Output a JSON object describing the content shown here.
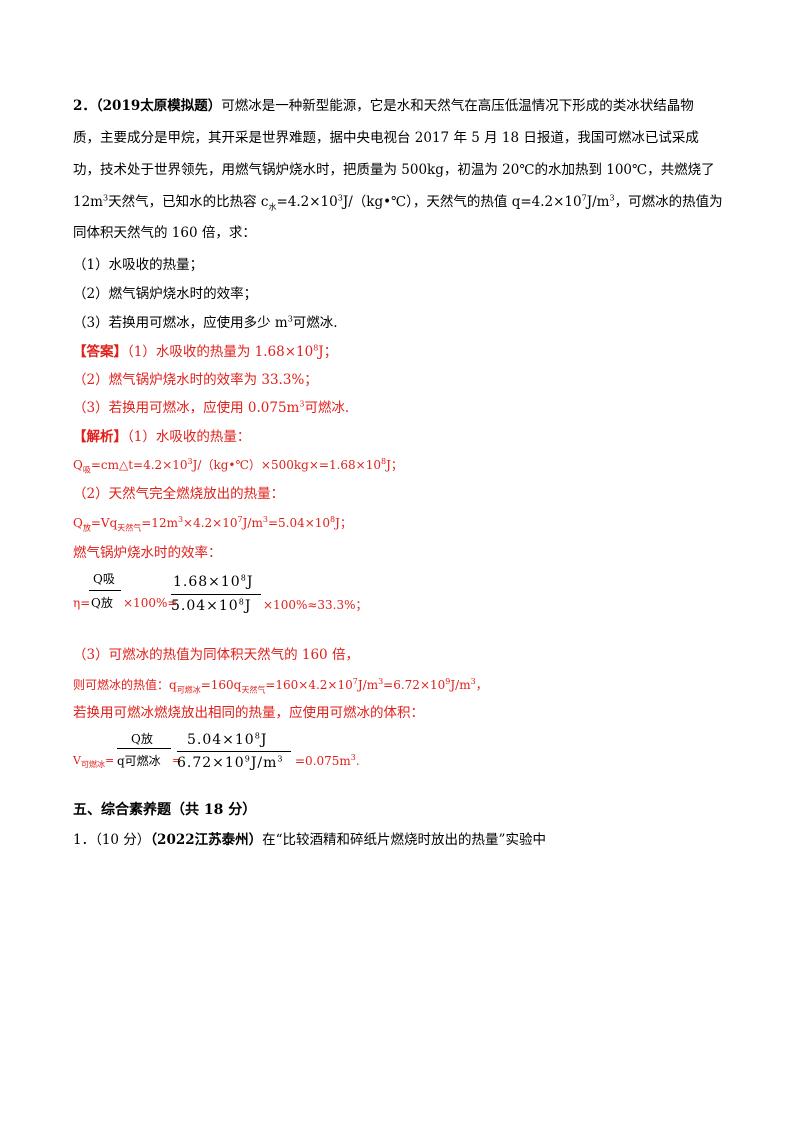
{
  "problem": {
    "number": "2．",
    "source": "（2019太原模拟题）",
    "line1_rest": "可燃冰是一种新型能源，它是水和天然气在高压低温情况下形成的类冰状结晶物",
    "line2": "质，主要成分是甲烷，其开采是世界难题，据中央电视台 2017 年 5 月 18 日报道，我国可燃冰已试采成",
    "line3": "功，技术处于世界领先，用燃气锅炉烧水时，把质量为 500kg，初温为 20℃的水加热到 100℃，共燃烧了",
    "line4_a": "12m",
    "line4_sup1": "3",
    "line4_b": "天然气，已知水的比热容 c",
    "line4_sub": "水",
    "line4_c": "=4.2×10",
    "line4_sup2": "3",
    "line4_d": "J/（kg•℃），天然气的热值 q=4.2×10",
    "line4_sup3": "7",
    "line4_e": "J/m",
    "line4_sup4": "3",
    "line4_f": "，可燃冰的热值为",
    "line5": "同体积天然气的 160 倍，求：",
    "q1": "（1）水吸收的热量；",
    "q2": "（2）燃气锅炉烧水时的效率；",
    "q3_a": "（3）若换用可燃冰，应使用多少 m",
    "q3_sup": "3",
    "q3_b": "可燃冰."
  },
  "answer": {
    "tag": "【答案】",
    "a1_a": "（1）水吸收的热量为 1.68×10",
    "a1_sup": "8",
    "a1_b": "J；",
    "a2": "（2）燃气锅炉烧水时的效率为 33.3%；",
    "a3_a": "（3）若换用可燃冰，应使用 0.075m",
    "a3_sup": "3",
    "a3_b": "可燃冰."
  },
  "analysis": {
    "tag": "【解析】",
    "s1": "（1）水吸收的热量：",
    "s1_eq_a": "Q",
    "s1_eq_sub": "吸",
    "s1_eq_b": "=cm△t=4.2×10",
    "s1_eq_sup1": "3",
    "s1_eq_c": "J/（kg•℃）×500kg×=1.68×10",
    "s1_eq_sup2": "8",
    "s1_eq_d": "J；",
    "s2": "（2）天然气完全燃烧放出的热量：",
    "s2_eq_a": "Q",
    "s2_eq_sub1": "放",
    "s2_eq_b": "=Vq",
    "s2_eq_sub2": "天然气",
    "s2_eq_c": "=12m",
    "s2_eq_sup1": "3",
    "s2_eq_d": "×4.2×10",
    "s2_eq_sup2": "7",
    "s2_eq_e": "J/m",
    "s2_eq_sup3": "3",
    "s2_eq_f": "=5.04×10",
    "s2_eq_sup4": "8",
    "s2_eq_g": "J；",
    "eff_title": "燃气锅炉烧水时的效率：",
    "eff_eta": "η=",
    "eff_num1": "Q吸",
    "eff_den1": "Q放",
    "eff_mid": "×100%=",
    "eff_num2_a": "1.68×10",
    "eff_num2_sup": "8",
    "eff_num2_b": "J",
    "eff_den2_a": "5.04×10",
    "eff_den2_sup": "8",
    "eff_den2_b": "J",
    "eff_end": "×100%≈33.3%；",
    "s3": "（3）可燃冰的热值为同体积天然气的 160 倍，",
    "s3_eq_a": "则可燃冰的热值：q",
    "s3_eq_sub1": "可燃冰",
    "s3_eq_b": "=160q",
    "s3_eq_sub2": "天然气",
    "s3_eq_c": "=160×4.2×10",
    "s3_eq_sup1": "7",
    "s3_eq_d": "J/m",
    "s3_eq_sup2": "3",
    "s3_eq_e": "=6.72×10",
    "s3_eq_sup3": "9",
    "s3_eq_f": "J/m",
    "s3_eq_sup4": "3",
    "s3_eq_g": "，",
    "vol_title": "若换用可燃冰燃烧放出相同的热量，应使用可燃冰的体积：",
    "vol_V": "V",
    "vol_sub": "可燃冰",
    "vol_eq": "=",
    "vol_num1": "Q放",
    "vol_den1": "q可燃冰",
    "vol_eq2": "=",
    "vol_num2_a": "5.04×10",
    "vol_num2_sup": "8",
    "vol_num2_b": "J",
    "vol_den2_a": "6.72×10",
    "vol_den2_sup": "9",
    "vol_den2_b": "J/m",
    "vol_den2_sup2": "3",
    "vol_end_a": "=0.075m",
    "vol_end_sup": "3",
    "vol_end_b": "."
  },
  "section5": {
    "title": "五、综合素养题（共 18 分）",
    "q1_a": "1．（10 分）",
    "q1_source": "（2022江苏泰州）",
    "q1_b": "在“比较酒精和碎纸片燃烧时放出的热量”实验中"
  }
}
